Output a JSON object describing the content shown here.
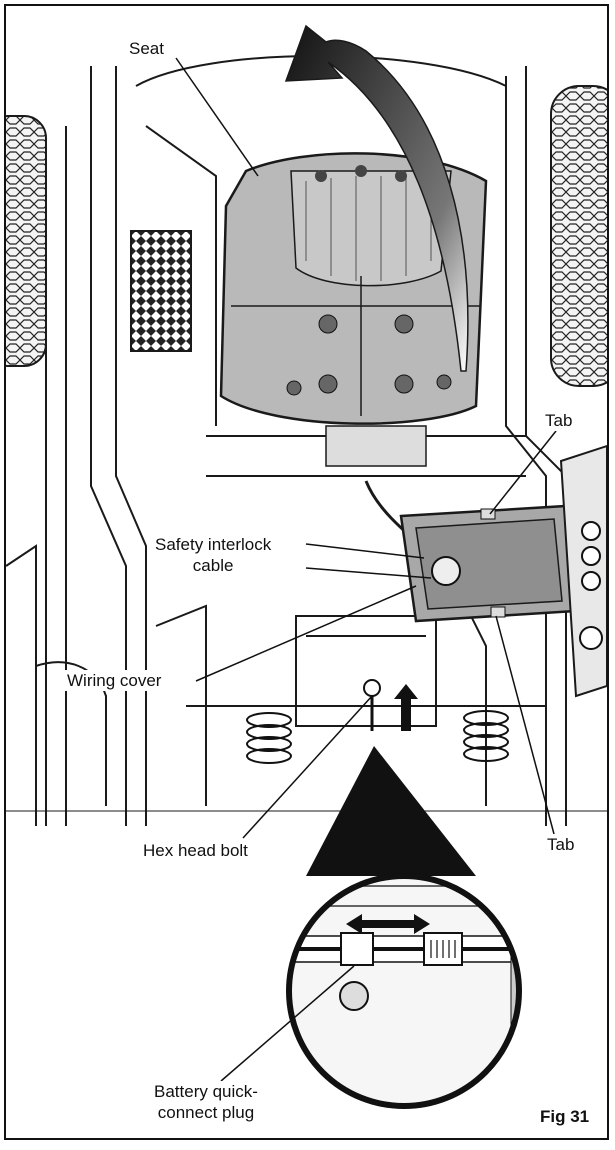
{
  "labels": {
    "seat": "Seat",
    "tab_top": "Tab",
    "safety_interlock_line1": "Safety interlock",
    "safety_interlock_line2": "cable",
    "wiring_cover": "Wiring cover",
    "hex_head_bolt": "Hex head bolt",
    "tab_bottom": "Tab",
    "battery_line1": "Battery quick-",
    "battery_line2": "connect plug"
  },
  "figure_number": "Fig 31",
  "colors": {
    "outline": "#1a1a1a",
    "seat_fill": "#b9b9b9",
    "cover_fill": "#a8a8a8",
    "arrow_fill": "#111111",
    "tire_fill": "#f2f2f2"
  }
}
